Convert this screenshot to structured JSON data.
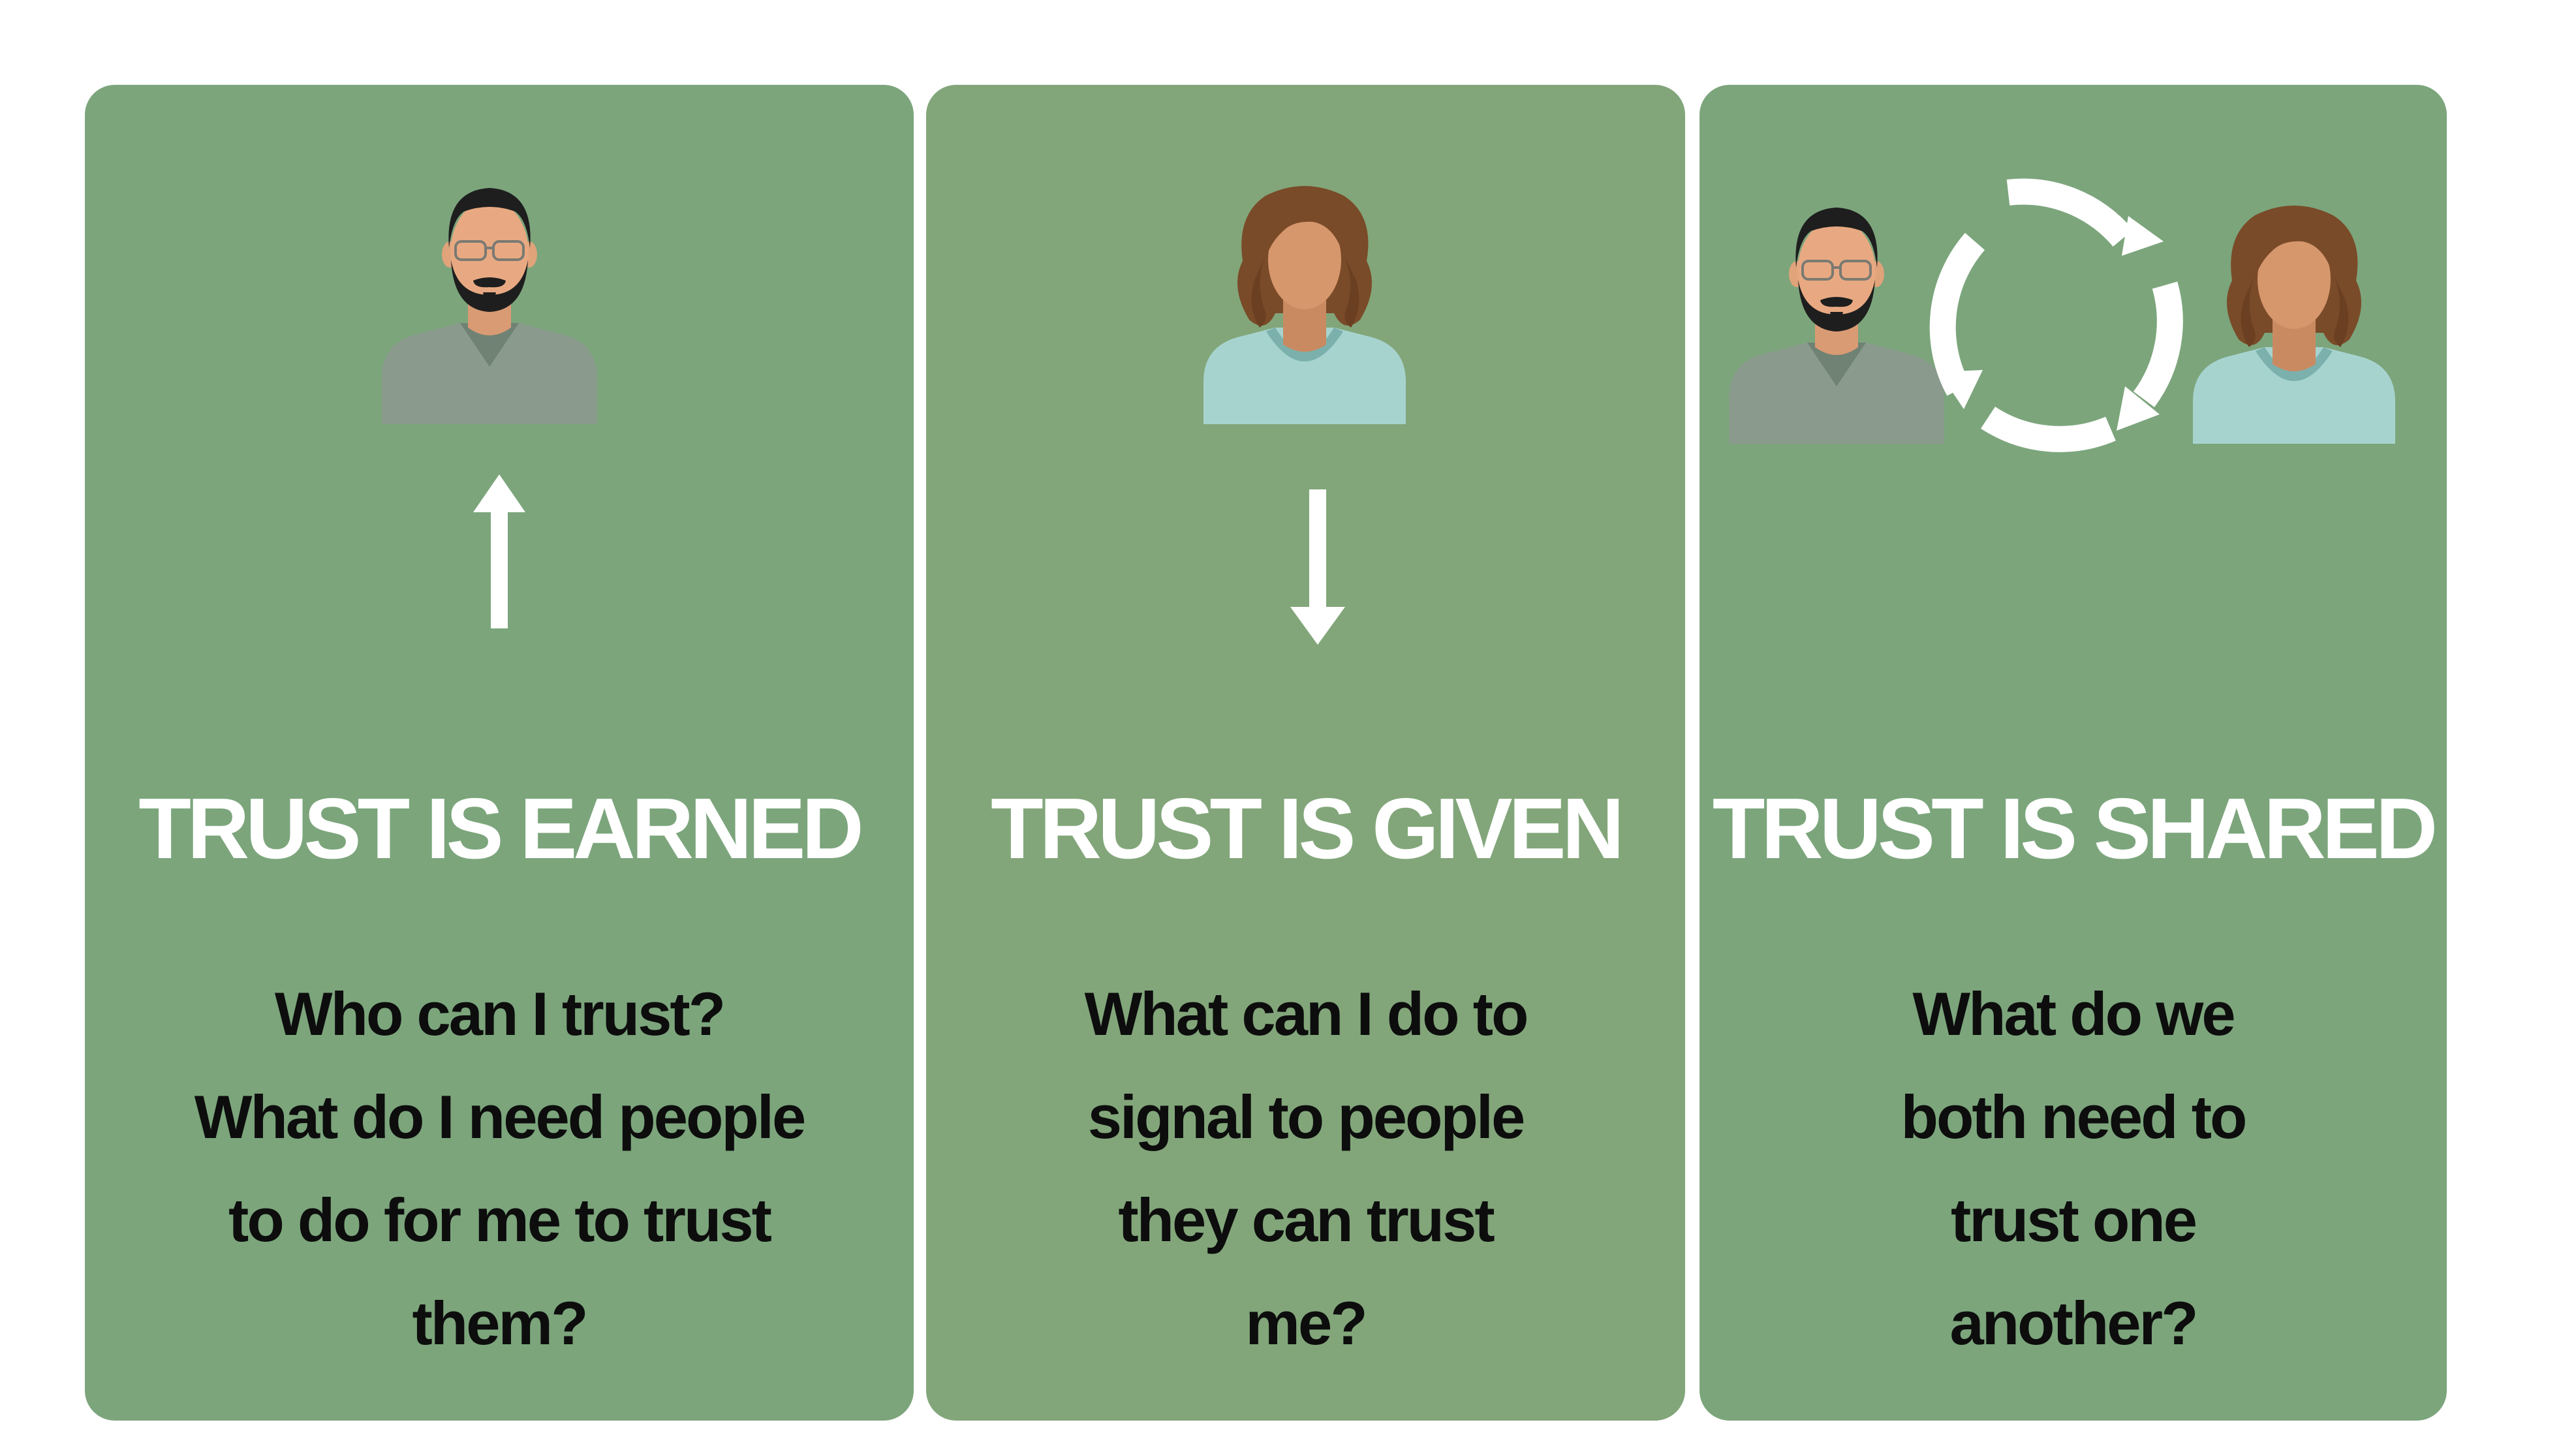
{
  "colors": {
    "card_earned": "#7ca57c",
    "card_given": "#82a67a",
    "card_shared": "#7ca57c",
    "title_text": "#ffffff",
    "question_text": "#0d0d0d",
    "arrow": "#ffffff"
  },
  "cards": [
    {
      "id": "earned",
      "title": "TRUST IS EARNED",
      "question_lines": [
        "Who can I trust?",
        "What do I need people",
        "to do for me to trust",
        "them?"
      ],
      "icons": [
        "man-avatar-icon",
        "arrow-up-icon"
      ]
    },
    {
      "id": "given",
      "title": "TRUST IS GIVEN",
      "question_lines": [
        "What can I do to",
        "signal to people",
        "they can trust",
        "me?"
      ],
      "icons": [
        "woman-avatar-icon",
        "arrow-down-icon"
      ]
    },
    {
      "id": "shared",
      "title": "TRUST IS SHARED",
      "question_lines": [
        "What do we",
        "both need to",
        "trust one",
        "another?"
      ],
      "icons": [
        "man-avatar-icon",
        "cycle-arrows-icon",
        "woman-avatar-icon"
      ]
    }
  ]
}
